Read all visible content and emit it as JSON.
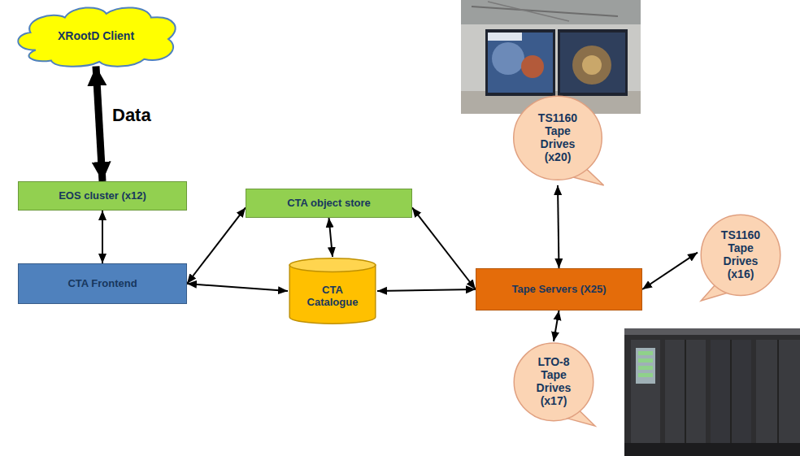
{
  "diagram": {
    "nodes": [
      {
        "text": [
          "XRootD Client"
        ]
      },
      {
        "text": [
          "EOS cluster (x12)"
        ]
      },
      {
        "text": [
          "CTA object store"
        ]
      },
      {
        "text": [
          "CTA Frontend"
        ]
      },
      {
        "text": [
          "CTA Catalogue"
        ]
      },
      {
        "text": [
          "Tape Servers (X25)"
        ]
      },
      {
        "text": [
          "TS1160 Tape Drives (x20)"
        ]
      },
      {
        "text": [
          "TS1160 Tape Drives (x16)"
        ]
      },
      {
        "text": [
          "LTO-8 Tape Drives (x17)"
        ]
      }
    ],
    "edges": [
      {
        "from": 0,
        "to": 1,
        "label": "Data",
        "arrow": "both"
      },
      {
        "from": 1,
        "to": 3,
        "arrow": "both"
      },
      {
        "from": 3,
        "to": 2,
        "arrow": "both"
      },
      {
        "from": 3,
        "to": 4,
        "arrow": "both"
      },
      {
        "from": 2,
        "to": 4,
        "arrow": "both"
      },
      {
        "from": 4,
        "to": 5,
        "arrow": "both"
      },
      {
        "from": 2,
        "to": 5,
        "arrow": "both"
      },
      {
        "from": 5,
        "to": 6,
        "arrow": "both"
      },
      {
        "from": 5,
        "to": 7,
        "arrow": "both"
      },
      {
        "from": 5,
        "to": 8,
        "arrow": "both"
      }
    ]
  }
}
